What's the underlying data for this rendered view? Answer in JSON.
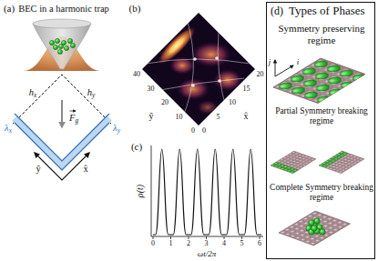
{
  "diagram": {
    "nodes": [
      {
        "text": [
          "(d)",
          "Types of Phases",
          "Symmetry preserving regime",
          "Partial Symmetry breaking regime",
          "Complete Symmetry breaking regime"
        ]
      }
    ],
    "labels": [
      "(a)",
      "BEC in a harmonic trap",
      "hx",
      "hy",
      "Fg",
      "λx",
      "λy",
      "ŷ",
      "x̂",
      "(b)",
      "ŷ",
      "x̂",
      "0",
      "10",
      "20",
      "30",
      "40",
      "0",
      "5",
      "10",
      "15",
      "20",
      "(c)",
      "ρ(t)",
      "ωt/2π",
      "0",
      "1",
      "2",
      "3",
      "4",
      "5",
      "6",
      "j",
      "i"
    ]
  }
}
